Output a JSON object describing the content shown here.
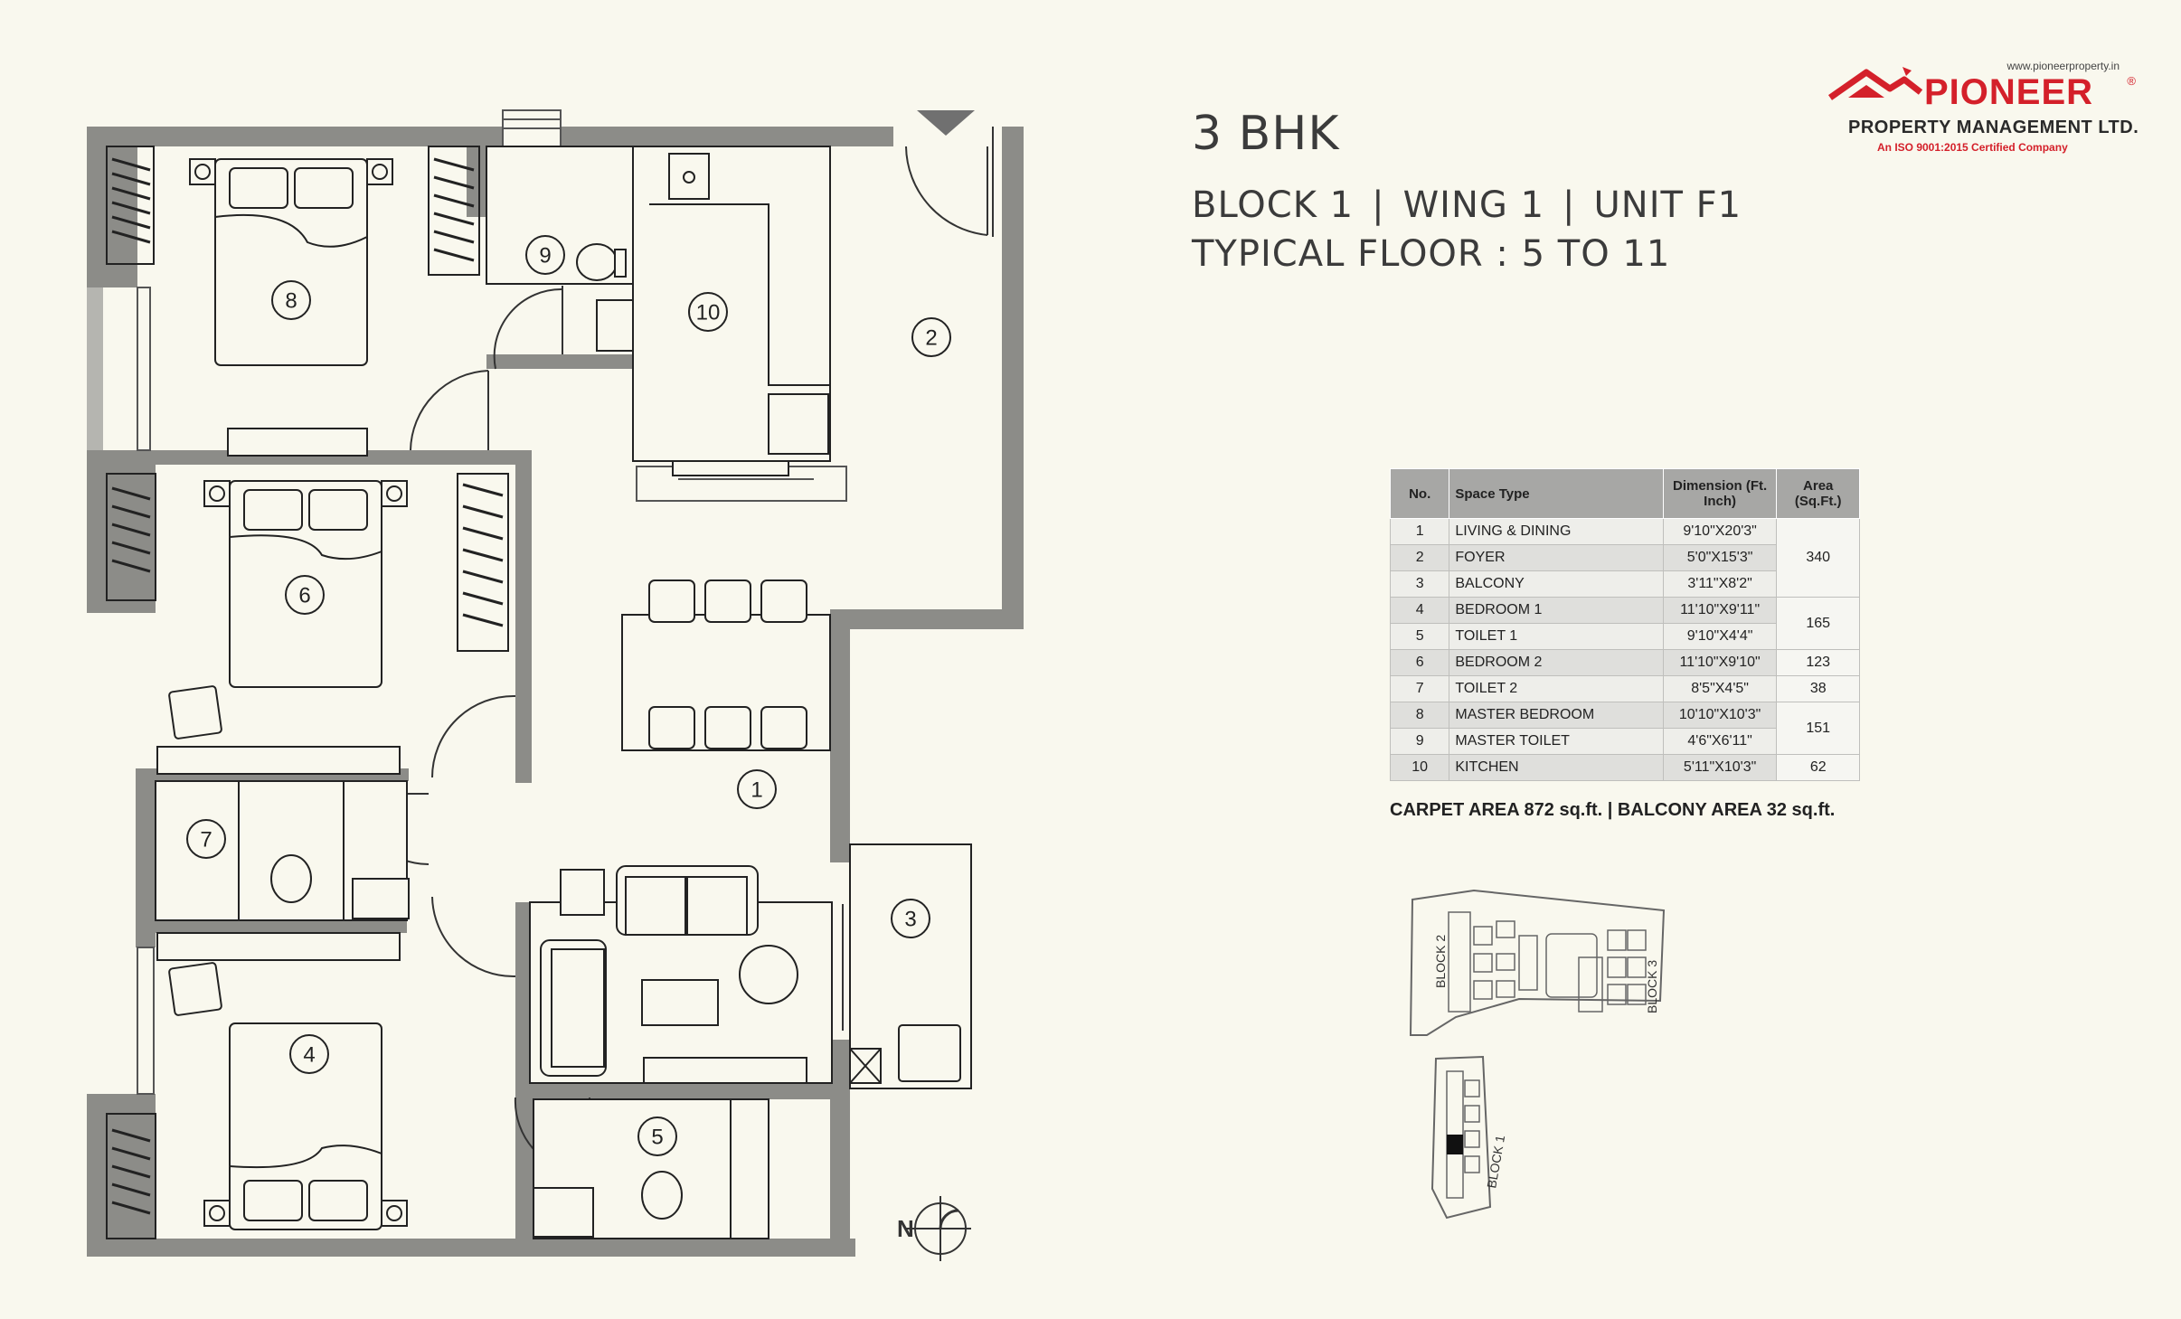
{
  "header": {
    "unit_type": "3 BHK",
    "block": "BLOCK 1",
    "wing": "WING 1",
    "unit": "UNIT F1",
    "separator": "|",
    "floor": "TYPICAL FLOOR : 5 TO 11"
  },
  "logo": {
    "url": "www.pioneerproperty.in",
    "brand": "PIONEER",
    "registered": "®",
    "company": "PROPERTY MANAGEMENT LTD.",
    "certification": "An ISO 9001:2015 Certified Company"
  },
  "table": {
    "headers": {
      "no": "No.",
      "space": "Space Type",
      "dimension": "Dimension (Ft. Inch)",
      "area": "Area (Sq.Ft.)"
    },
    "rows": [
      {
        "no": "1",
        "space": "LIVING & DINING",
        "dim": "9'10\"X20'3\""
      },
      {
        "no": "2",
        "space": "FOYER",
        "dim": "5'0\"X15'3\""
      },
      {
        "no": "3",
        "space": "BALCONY",
        "dim": "3'11\"X8'2\""
      },
      {
        "no": "4",
        "space": "BEDROOM 1",
        "dim": "11'10\"X9'11\""
      },
      {
        "no": "5",
        "space": "TOILET 1",
        "dim": "9'10\"X4'4\""
      },
      {
        "no": "6",
        "space": "BEDROOM 2",
        "dim": "11'10\"X9'10\""
      },
      {
        "no": "7",
        "space": "TOILET 2",
        "dim": "8'5\"X4'5\""
      },
      {
        "no": "8",
        "space": "MASTER BEDROOM",
        "dim": "10'10\"X10'3\""
      },
      {
        "no": "9",
        "space": "MASTER TOILET",
        "dim": "4'6\"X6'11\""
      },
      {
        "no": "10",
        "space": "KITCHEN",
        "dim": "5'11\"X10'3\""
      }
    ],
    "areas": [
      "340",
      "165",
      "123",
      "38",
      "151",
      "62"
    ]
  },
  "summary": "CARPET AREA 872 sq.ft. | BALCONY AREA 32 sq.ft.",
  "plan": {
    "room_numbers": [
      "1",
      "2",
      "3",
      "4",
      "5",
      "6",
      "7",
      "8",
      "9",
      "10"
    ],
    "north": "N"
  },
  "keyplan": {
    "block1": "BLOCK 1",
    "block2": "BLOCK 2",
    "block3": "BLOCK 3"
  },
  "colors": {
    "wall": "#8c8c88",
    "background": "#f9f8ee",
    "brand_red": "#d4202a",
    "text": "#3b3b3b"
  }
}
